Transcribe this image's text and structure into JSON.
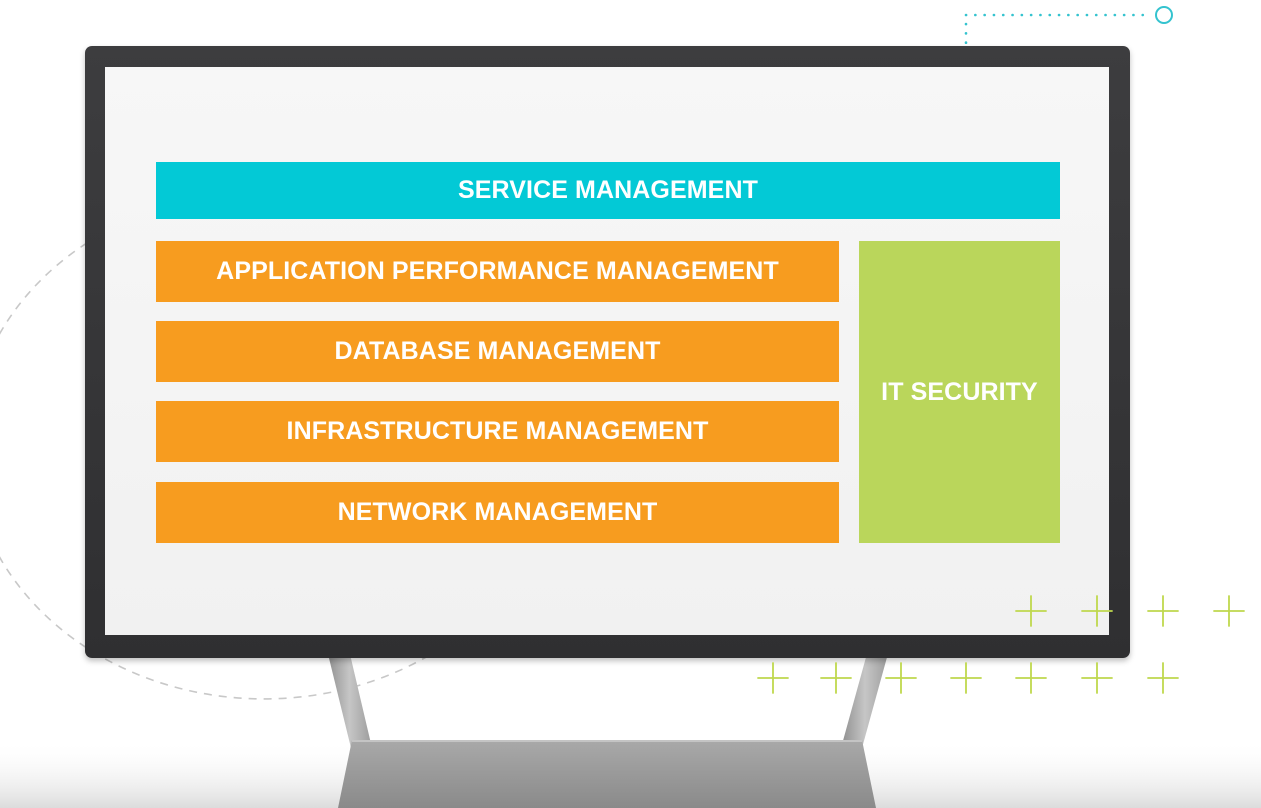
{
  "colors": {
    "service": "#03c9d6",
    "orange": "#f79c1f",
    "security": "#bad65b",
    "plus": "#bfd84d",
    "teal_dots": "#34c3cf",
    "dashed_arc": "#c8c8c8"
  },
  "diagram": {
    "service_management": "SERVICE MANAGEMENT",
    "layers": [
      {
        "label": "APPLICATION PERFORMANCE MANAGEMENT"
      },
      {
        "label": "DATABASE MANAGEMENT"
      },
      {
        "label": "INFRASTRUCTURE MANAGEMENT"
      },
      {
        "label": "NETWORK MANAGEMENT"
      }
    ],
    "it_security": "IT SECURITY"
  }
}
